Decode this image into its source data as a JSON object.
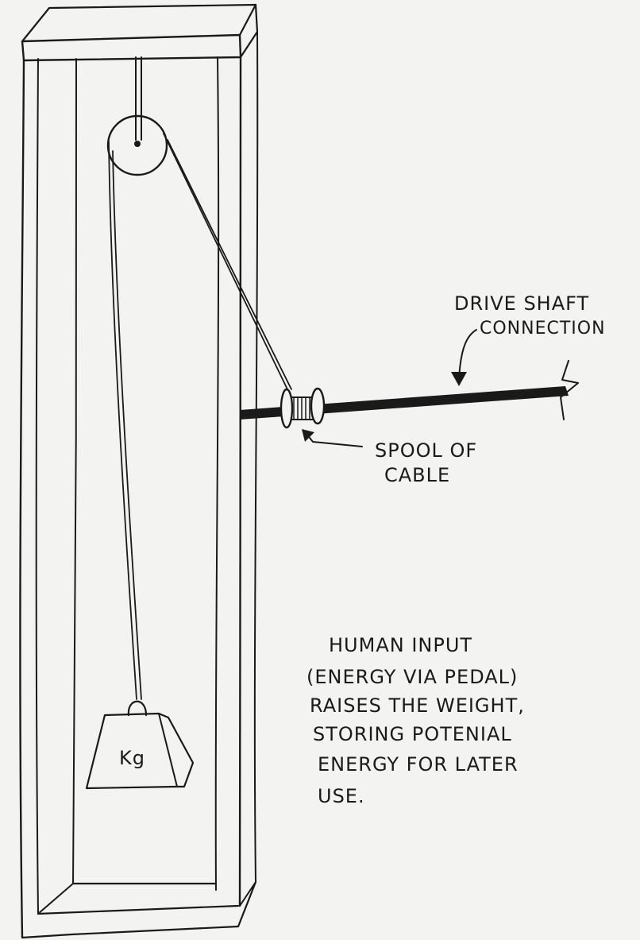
{
  "labels": {
    "drive_shaft_line1": "DRIVE SHAFT",
    "drive_shaft_line2": "CONNECTION",
    "spool_line1": "SPOOL OF",
    "spool_line2": "CABLE",
    "weight_unit": "Kg",
    "caption_lines": [
      "HUMAN INPUT",
      "(ENERGY VIA PEDAL)",
      "RAISES THE WEIGHT,",
      "STORING POTENIAL",
      "ENERGY FOR LATER",
      "USE."
    ]
  },
  "colors": {
    "ink": "#1a1a1a",
    "paper": "#f3f3f1"
  }
}
